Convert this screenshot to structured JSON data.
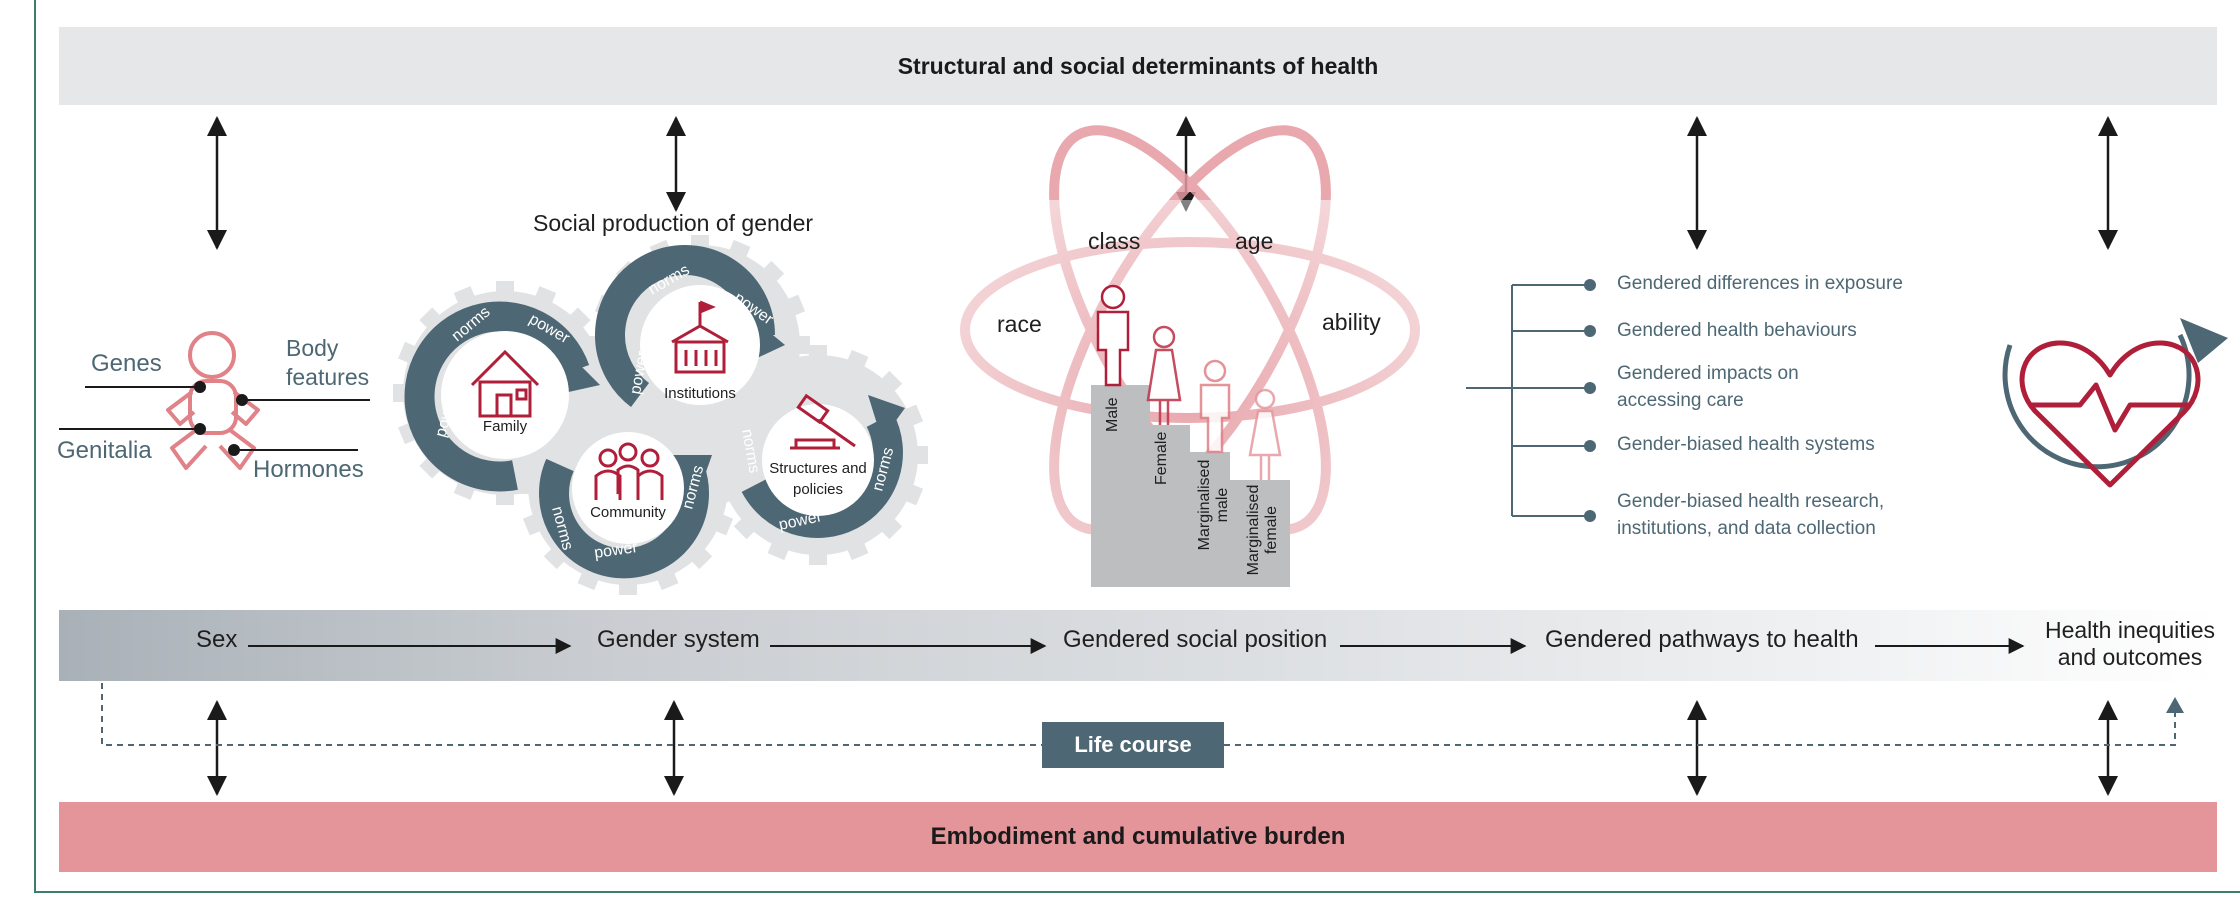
{
  "top_band": "Structural and social determinants of health",
  "bottom_band": "Embodiment and cumulative burden",
  "life_course": "Life course",
  "stages": {
    "sex": "Sex",
    "gender_system": "Gender system",
    "social_position": "Gendered social position",
    "pathways": "Gendered pathways to health",
    "outcomes_line1": "Health inequities",
    "outcomes_line2": "and outcomes"
  },
  "biology": {
    "genes": "Genes",
    "body_line1": "Body",
    "body_line2": "features",
    "genitalia": "Genitalia",
    "hormones": "Hormones"
  },
  "gears": {
    "title": "Social production of gender",
    "family": "Family",
    "institutions": "Institutions",
    "community": "Community",
    "structures_line1": "Structures and",
    "structures_line2": "policies",
    "norms": "norms",
    "power": "power"
  },
  "intersection": {
    "class": "class",
    "age": "age",
    "race": "race",
    "ability": "ability",
    "steps": [
      "Male",
      "Female",
      "Marginalised male",
      "Marginalised female"
    ]
  },
  "pathways": [
    "Gendered differences in exposure",
    "Gendered health behaviours",
    "Gendered impacts on accessing care",
    "Gender-biased health systems",
    "Gender-biased health research, institutions, and data collection"
  ],
  "pathways_lines": {
    "p3a": "Gendered impacts on",
    "p3b": "accessing care",
    "p5a": "Gender-biased health research,",
    "p5b": "institutions, and data collection"
  },
  "colors": {
    "teal_dark": "#4d6874",
    "crimson": "#b01f3a",
    "pink": "#e3959a",
    "grey_band": "#e6e7e8",
    "gear_grey": "#e1e2e3"
  },
  "icons": [
    "baby-icon",
    "house-icon",
    "school-icon",
    "people-icon",
    "gavel-icon",
    "heart-rate-icon",
    "cycle-arrow-icon"
  ]
}
